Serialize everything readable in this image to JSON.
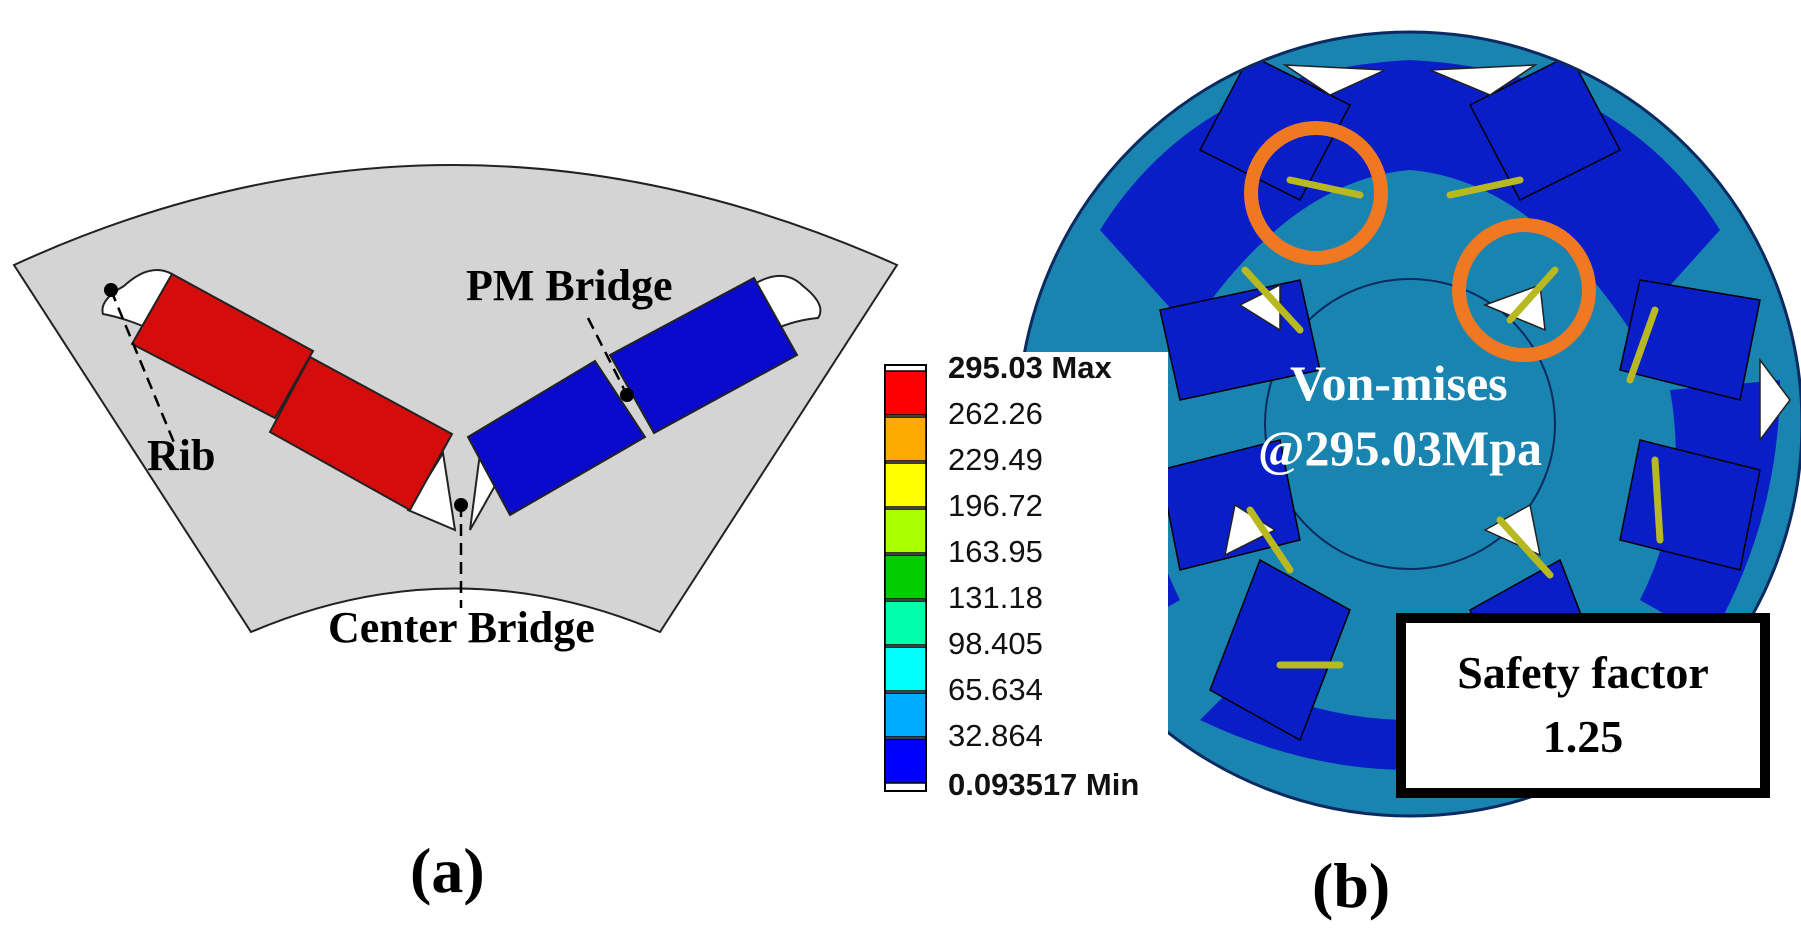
{
  "panel_a": {
    "label_pm_bridge": "PM Bridge",
    "label_rib": "Rib",
    "label_center_bridge": "Center Bridge",
    "caption": "(a)",
    "colors": {
      "core": "#d4d4d4",
      "pm_north": "#d40c0c",
      "pm_south": "#0a0acc"
    }
  },
  "panel_b": {
    "caption": "(b)",
    "stress_title": "Von-mises",
    "stress_value": "@295.03Mpa",
    "safety_factor_label": "Safety factor",
    "safety_factor_value": "1.25",
    "legend": {
      "max_label": "295.03 Max",
      "min_label": "0.093517 Min",
      "levels": [
        "262.26",
        "229.49",
        "196.72",
        "163.95",
        "131.18",
        "98.405",
        "65.634",
        "32.864"
      ],
      "colors": [
        "#ff0000",
        "#ffaa00",
        "#ffff00",
        "#aaff00",
        "#00cc00",
        "#00ffaa",
        "#00ffff",
        "#00aaff",
        "#0000ff"
      ]
    },
    "colors": {
      "highlight": "#f07820",
      "fea_base": "#1a84b0",
      "fea_low": "#0a1ec8",
      "fea_high": "#b8b820"
    }
  }
}
